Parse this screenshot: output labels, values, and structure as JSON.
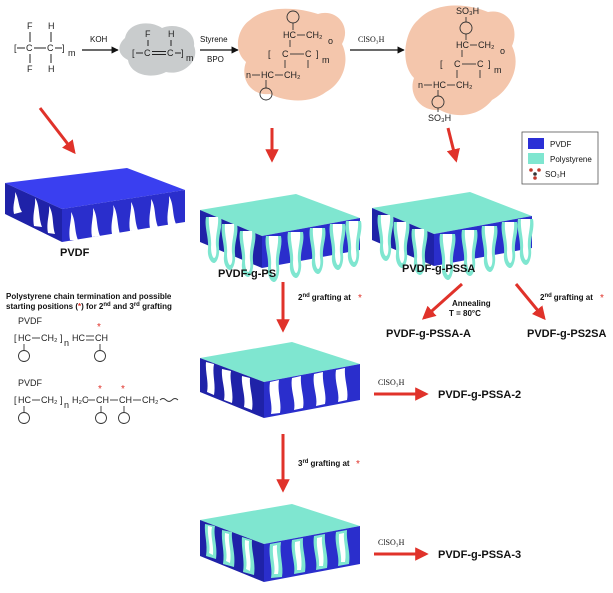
{
  "reaction": {
    "reagent1": "KOH",
    "reagent2a": "Styrene",
    "reagent2b": "BPO",
    "reagent3": "ClSO₃H"
  },
  "chem": {
    "F": "F",
    "H": "H",
    "C": "C",
    "m": "m",
    "n": "n",
    "o": "o",
    "hc": "HC",
    "ch2": "CH₂",
    "so3h": "SO₃H",
    "pvdf": "PVDF",
    "ch": "CH",
    "h2c": "H₂C"
  },
  "legend": {
    "pvdf": "PVDF",
    "polystyrene": "Polystyrene",
    "so3h": "SO₃H",
    "colors": {
      "pvdf": "#2b2fd6",
      "polystyrene": "#7fe6d0",
      "so3h_red": "#c0392b",
      "so3h_dark": "#333333"
    }
  },
  "labels": {
    "pvdf": "PVDF",
    "pvdf_g_ps": "PVDF-g-PS",
    "pvdf_g_pssa": "PVDF-g-PSSA",
    "pvdf_g_pssa_a": "PVDF-g-PSSA-A",
    "pvdf_g_ps2sa": "PVDF-g-PS2SA",
    "pvdf_g_pssa_2": "PVDF-g-PSSA-2",
    "pvdf_g_pssa_3": "PVDF-g-PSSA-3"
  },
  "annotations": {
    "second_grafting": "grafting at",
    "second_sup": "nd",
    "second_num": "2",
    "third_num": "3",
    "third_sup": "rd",
    "annealing": "Annealing",
    "temperature": "T = 80°C",
    "clso3h": "ClSO₃H",
    "termination_title_1": "Polystyrene chain termination and possible",
    "termination_title_2": "starting positions (",
    "termination_title_3": ") for 2",
    "termination_title_4": "and 3",
    "termination_title_5": "grafting"
  },
  "colors": {
    "arrow": "#e0322a",
    "blob": "#f4c6ac",
    "blob_gray": "#c9cccd"
  }
}
